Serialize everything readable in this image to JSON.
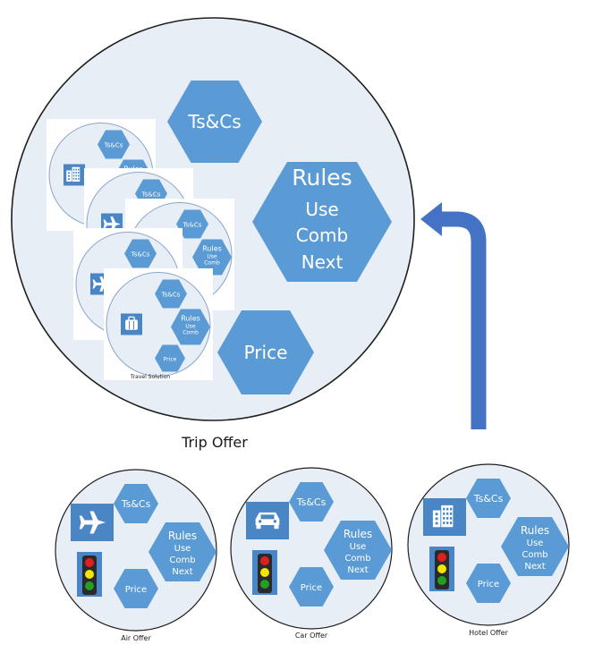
{
  "colors": {
    "circle_fill": "#e8eef6",
    "circle_stroke": "#1f1f1f",
    "hexagon": "#5b9bd5",
    "arrow": "#4472c4",
    "icon": "#4a86c5",
    "text_dark": "#1a1a1a",
    "light_red": "#e02020",
    "light_yellow": "#f2e600",
    "light_green": "#22a022"
  },
  "trip_offer": {
    "label": "Trip Offer",
    "tscs": "Ts&Cs",
    "rules": [
      "Rules",
      "Use",
      "Comb",
      "Next"
    ],
    "price": "Price",
    "travel_solution_label": "Travel Solution",
    "mini_cards": [
      {
        "icon": "building-icon"
      },
      {
        "icon": "airplane-icon"
      },
      {
        "icon": "train-icon"
      },
      {
        "icon": "airplane-icon"
      },
      {
        "icon": "luggage-icon"
      }
    ]
  },
  "offers": [
    {
      "label": "Air Offer",
      "icon": "airplane-icon",
      "tscs": "Ts&Cs",
      "rules": [
        "Rules",
        "Use",
        "Comb",
        "Next"
      ],
      "price": "Price"
    },
    {
      "label": "Car Offer",
      "icon": "car-icon",
      "tscs": "Ts&Cs",
      "rules": [
        "Rules",
        "Use",
        "Comb",
        "Next"
      ],
      "price": "Price"
    },
    {
      "label": "Hotel Offer",
      "icon": "building-icon",
      "tscs": "Ts&Cs",
      "rules": [
        "Rules",
        "Use",
        "Comb",
        "Next"
      ],
      "price": "Price"
    }
  ]
}
